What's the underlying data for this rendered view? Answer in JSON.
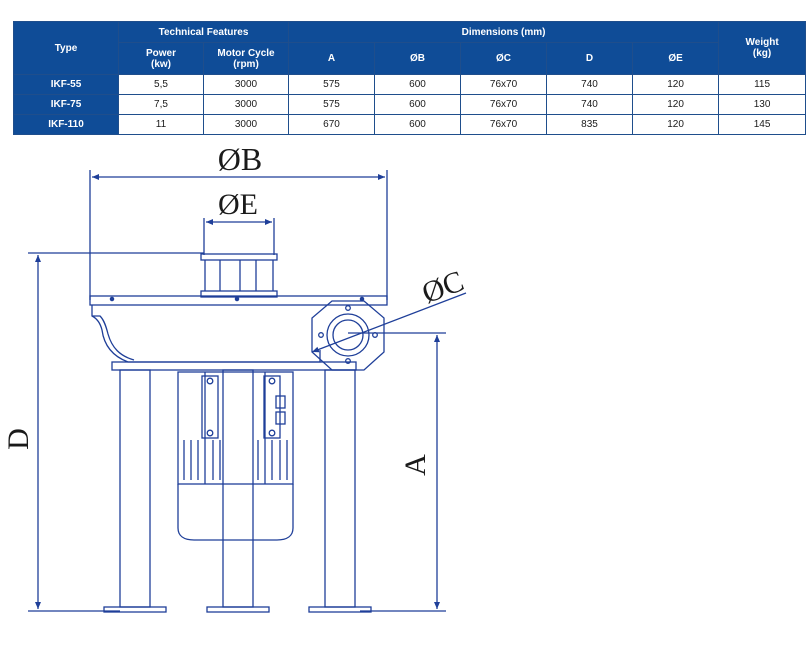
{
  "table": {
    "header": {
      "type": "Type",
      "technical_features": "Technical Features",
      "dimensions": "Dimensions (mm)",
      "weight_line1": "Weight",
      "weight_line2": "(kg)",
      "power_line1": "Power",
      "power_line2": "(kw)",
      "motor_cycle_line1": "Motor Cycle",
      "motor_cycle_line2": "(rpm)",
      "col_a": "A",
      "col_b": "ØB",
      "col_c": "ØC",
      "col_d": "D",
      "col_e": "ØE"
    },
    "rows": [
      {
        "type": "IKF-55",
        "power": "5,5",
        "rpm": "3000",
        "a": "575",
        "b": "600",
        "c": "76x70",
        "d": "740",
        "e": "120",
        "weight": "115"
      },
      {
        "type": "IKF-75",
        "power": "7,5",
        "rpm": "3000",
        "a": "575",
        "b": "600",
        "c": "76x70",
        "d": "740",
        "e": "120",
        "weight": "130"
      },
      {
        "type": "IKF-110",
        "power": "11",
        "rpm": "3000",
        "a": "670",
        "b": "600",
        "c": "76x70",
        "d": "835",
        "e": "120",
        "weight": "145"
      }
    ]
  },
  "drawing": {
    "label_b": "ØB",
    "label_e": "ØE",
    "label_c": "ØC",
    "label_d": "D",
    "label_a": "A",
    "line_color": "#1f3f99"
  }
}
